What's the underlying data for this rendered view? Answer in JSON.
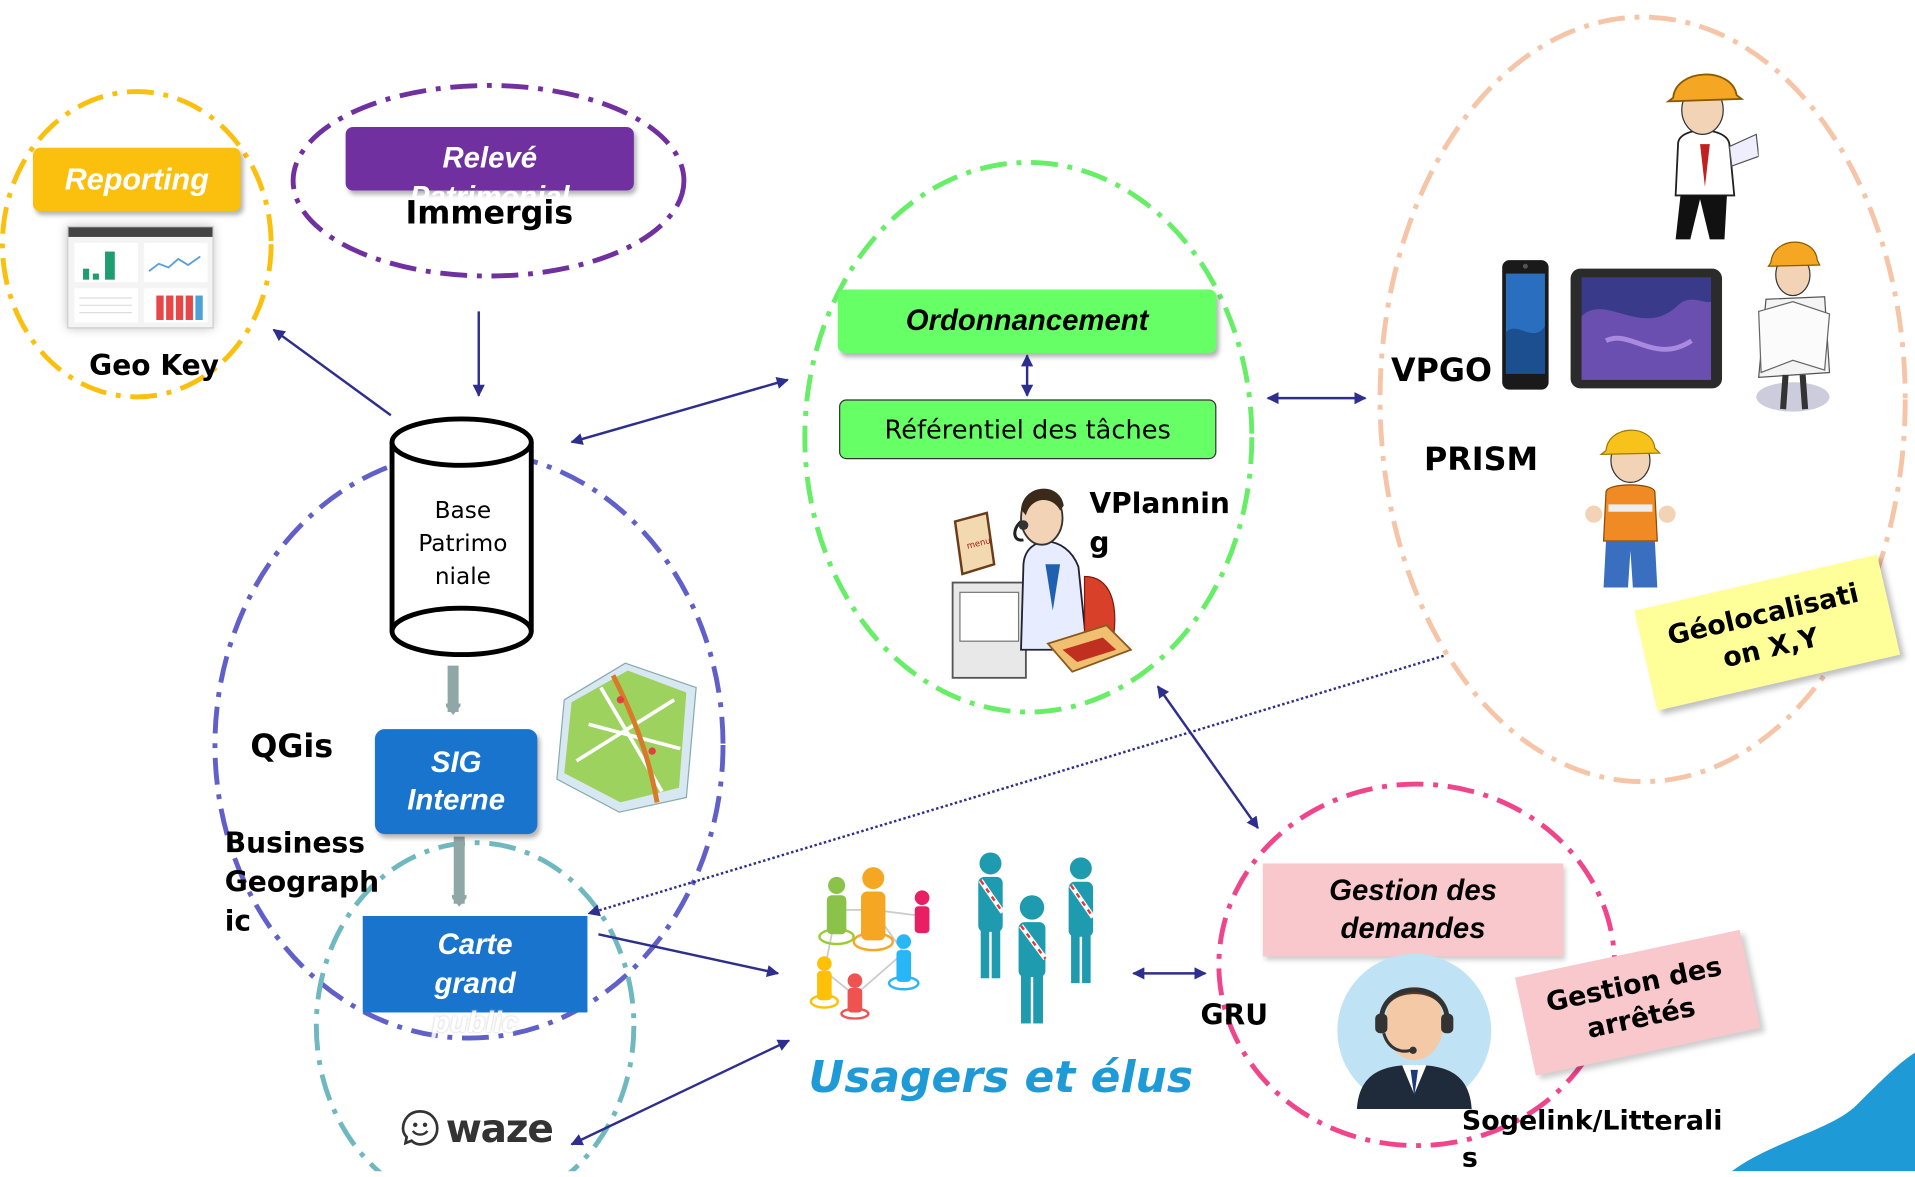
{
  "clusters": {
    "reporting": {
      "button": "Reporting",
      "tool": "Geo Key"
    },
    "releve": {
      "button": "Relevé Patrimonial",
      "tool": "Immergis"
    },
    "ordonnancement": {
      "button": "Ordonnancement",
      "referentiel": "Référentiel des tâches",
      "tool_line1": "VPlannin",
      "tool_line2": "g"
    },
    "terrain": {
      "tool1": "VPGO",
      "tool2": "PRISM",
      "note_line1": "Géolocalisati",
      "note_line2": "on X,Y"
    },
    "sig": {
      "database_line1": "Base",
      "database_line2": "Patrimo",
      "database_line3": "niale",
      "sig_line1": "SIG",
      "sig_line2": "Interne",
      "tool1": "QGis",
      "tool2_line1": "Business",
      "tool2_line2": "Geograph",
      "tool2_line3": "ic"
    },
    "carte": {
      "line1": "Carte",
      "line2": "grand",
      "line3": "public",
      "waze": "waze"
    },
    "usagers": {
      "label": "Usagers et élus"
    },
    "gru": {
      "label": "GRU",
      "demandes_line1": "Gestion des",
      "demandes_line2": "demandes",
      "arretes_line1": "Gestion des",
      "arretes_line2": "arrêtés",
      "tool_line1": "Sogelink/Litterali",
      "tool_line2": "s"
    }
  },
  "colors": {
    "reporting": "#FBBF0E",
    "releve": "#7030A0",
    "ordonnancement": "#66FF66",
    "sig_blue": "#1874CD",
    "usagers_text": "#1E9BD7",
    "gru_pink": "#F8C8CC",
    "note_yellow": "#FFFF99",
    "arrow": "#2E2E8E"
  },
  "icons": [
    "dashboard-thumbnail-icon",
    "database-cylinder-icon",
    "map-icon",
    "dispatcher-icon",
    "smartphone-icon",
    "tablet-icon",
    "worker-icon",
    "people-network-icon",
    "officials-icon",
    "call-agent-icon",
    "waze-icon"
  ]
}
